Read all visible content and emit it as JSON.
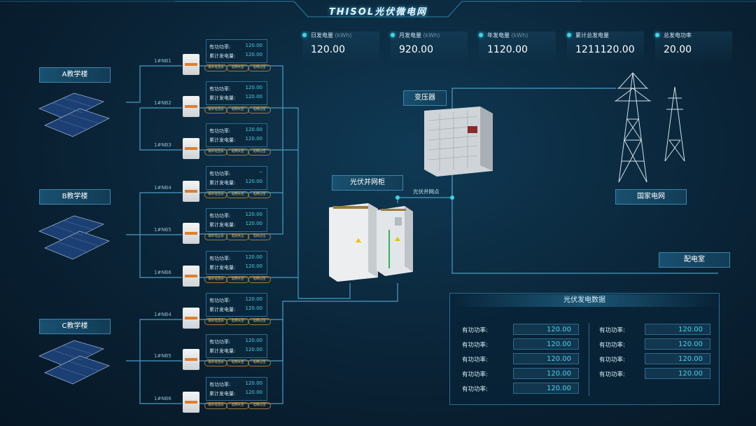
{
  "title": "THISOL光伏微电网",
  "kpis": [
    {
      "label": "日发电量",
      "unit": "(kWh)",
      "value": "120.00"
    },
    {
      "label": "月发电量",
      "unit": "(kWh)",
      "value": "920.00"
    },
    {
      "label": "年发电量",
      "unit": "(kWh)",
      "value": "1120.00"
    },
    {
      "label": "累计总发电量",
      "unit": "",
      "value": "1211120.00"
    },
    {
      "label": "总发电功率",
      "unit": "",
      "value": "20.00"
    }
  ],
  "buildings": [
    "A教学楼",
    "B教学楼",
    "C教学楼"
  ],
  "inverter_card": {
    "power_label": "有功功率:",
    "energy_label": "累计发电量:"
  },
  "inverter_tags": [
    "输率电压表",
    "电网失压",
    "电网过压"
  ],
  "inverters": [
    {
      "name": "1#NB1",
      "power": "120.00",
      "energy": "120.00"
    },
    {
      "name": "1#NB2",
      "power": "120.00",
      "energy": "120.00"
    },
    {
      "name": "1#NB3",
      "power": "120.00",
      "energy": "120.00"
    },
    {
      "name": "1#NB4",
      "power": "--",
      "energy": "120.00"
    },
    {
      "name": "1#NB5",
      "power": "120.00",
      "energy": "120.00"
    },
    {
      "name": "1#NB6",
      "power": "120.00",
      "energy": "120.00"
    },
    {
      "name": "1#NB4",
      "power": "120.00",
      "energy": "120.00"
    },
    {
      "name": "1#NB5",
      "power": "120.00",
      "energy": "120.00"
    },
    {
      "name": "1#NB6",
      "power": "120.00",
      "energy": "120.00"
    }
  ],
  "transformer_label": "变压器",
  "grid_cabinet_label": "光伏并网柜",
  "grid_point_label": "光伏并网点",
  "national_grid_label": "国家电网",
  "distribution_room_label": "配电室",
  "data_panel": {
    "title": "光伏发电数据",
    "left": [
      {
        "label": "有功功率:",
        "value": "120.00"
      },
      {
        "label": "有功功率:",
        "value": "120.00"
      },
      {
        "label": "有功功率:",
        "value": "120.00"
      },
      {
        "label": "有功功率:",
        "value": "120.00"
      },
      {
        "label": "有功功率:",
        "value": "120.00"
      }
    ],
    "right": [
      {
        "label": "有功功率:",
        "value": "120.00"
      },
      {
        "label": "有功功率:",
        "value": "120.00"
      },
      {
        "label": "有功功率:",
        "value": "120.00"
      },
      {
        "label": "有功功率:",
        "value": "120.00"
      }
    ]
  },
  "colors": {
    "line": "#4a9cc4",
    "accent": "#3ad6e8",
    "value": "#4ad1e6",
    "tag": "#e2b767"
  }
}
